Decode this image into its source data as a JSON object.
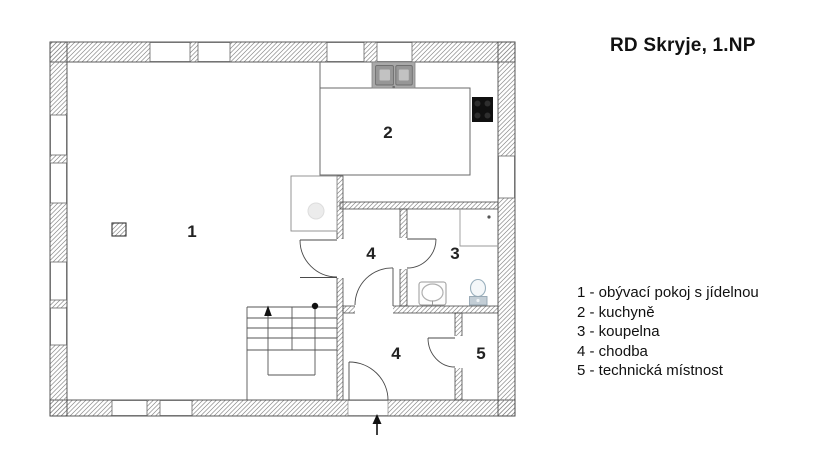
{
  "title": "RD Skryje, 1.NP",
  "plan": {
    "room_numbers": {
      "living": "1",
      "kitchen": "2",
      "bathroom": "3",
      "hallway_upper": "4",
      "hallway_lower": "4",
      "technical": "5"
    }
  },
  "legend": {
    "items": [
      "1 - obývací pokoj s jídelnou",
      "2 - kuchyně",
      "3 - koupelna",
      "4 - chodba",
      "5 - technická místnost"
    ]
  },
  "colors": {
    "background": "#ffffff",
    "wall_outline": "#4a4a4a",
    "hatch_line": "#8a8a8a",
    "text": "#1a1a1a",
    "cooktop": "#101010",
    "sink_gray": "#a9a9a9",
    "toilet_tint": "#c3ced6"
  }
}
